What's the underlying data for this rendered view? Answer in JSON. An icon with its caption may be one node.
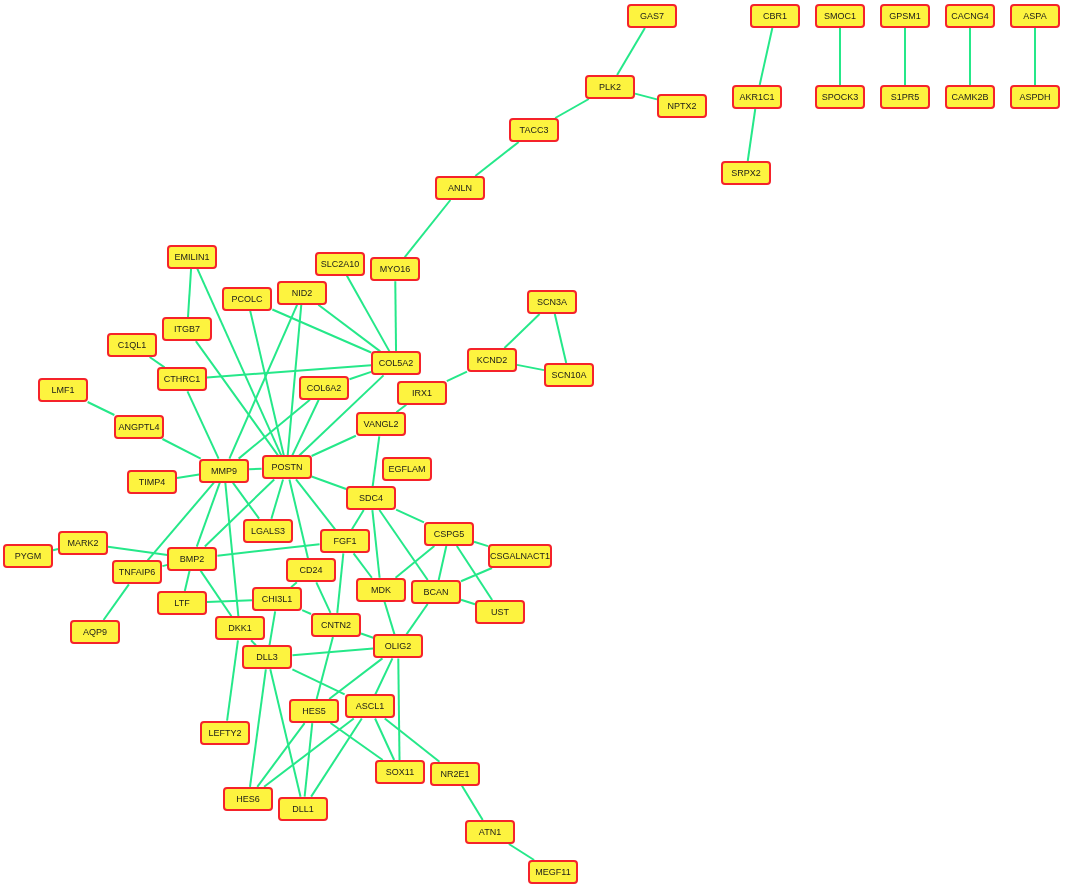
{
  "diagram": {
    "nodes": [
      {
        "text": [
          "GAS7"
        ]
      },
      {
        "text": [
          "CBR1"
        ]
      },
      {
        "text": [
          "SMOC1"
        ]
      },
      {
        "text": [
          "GPSM1"
        ]
      },
      {
        "text": [
          "CACNG4"
        ]
      },
      {
        "text": [
          "ASPA"
        ]
      },
      {
        "text": [
          "PLK2"
        ]
      },
      {
        "text": [
          "AKR1C1"
        ]
      },
      {
        "text": [
          "SPOCK3"
        ]
      },
      {
        "text": [
          "S1PR5"
        ]
      },
      {
        "text": [
          "CAMK2B"
        ]
      },
      {
        "text": [
          "ASPDH"
        ]
      },
      {
        "text": [
          "NPTX2"
        ]
      },
      {
        "text": [
          "TACC3"
        ]
      },
      {
        "text": [
          "SRPX2"
        ]
      },
      {
        "text": [
          "ANLN"
        ]
      },
      {
        "text": [
          "EMILIN1"
        ]
      },
      {
        "text": [
          "SLC2A10"
        ]
      },
      {
        "text": [
          "MYO16"
        ]
      },
      {
        "text": [
          "SCN3A"
        ]
      },
      {
        "text": [
          "ITGB7"
        ]
      },
      {
        "text": [
          "PCOLC"
        ]
      },
      {
        "text": [
          "NID2"
        ]
      },
      {
        "text": [
          "C1QL1"
        ]
      },
      {
        "text": [
          "KCND2"
        ]
      },
      {
        "text": [
          "COL5A2"
        ]
      },
      {
        "text": [
          "SCN10A"
        ]
      },
      {
        "text": [
          "LMF1"
        ]
      },
      {
        "text": [
          "IRX1"
        ]
      },
      {
        "text": [
          "CTHRC1"
        ]
      },
      {
        "text": [
          "COL6A2"
        ]
      },
      {
        "text": [
          "VANGL2"
        ]
      },
      {
        "text": [
          "ANGPTL4"
        ]
      },
      {
        "text": [
          "POSTN"
        ]
      },
      {
        "text": [
          "EGFLAM"
        ]
      },
      {
        "text": [
          "TIMP4"
        ]
      },
      {
        "text": [
          "MMP9"
        ]
      },
      {
        "text": [
          "SDC4"
        ]
      },
      {
        "text": [
          "LGALS3"
        ]
      },
      {
        "text": [
          "FGF1"
        ]
      },
      {
        "text": [
          "CSPG5"
        ]
      },
      {
        "text": [
          "BMP2"
        ]
      },
      {
        "text": [
          "MARK2"
        ]
      },
      {
        "text": [
          "CD24"
        ]
      },
      {
        "text": [
          "PYGM"
        ]
      },
      {
        "text": [
          "CSGALNACT1"
        ]
      },
      {
        "text": [
          "TNFAIP6"
        ]
      },
      {
        "text": [
          "LTF"
        ]
      },
      {
        "text": [
          "CHI3L1"
        ]
      },
      {
        "text": [
          "MDK"
        ]
      },
      {
        "text": [
          "BCAN"
        ]
      },
      {
        "text": [
          "UST"
        ]
      },
      {
        "text": [
          "CNTN2"
        ]
      },
      {
        "text": [
          "DKK1"
        ]
      },
      {
        "text": [
          "AQP9"
        ]
      },
      {
        "text": [
          "OLIG2"
        ]
      },
      {
        "text": [
          "DLL3"
        ]
      },
      {
        "text": [
          "ASCL1"
        ]
      },
      {
        "text": [
          "HES5"
        ]
      },
      {
        "text": [
          "LEFTY2"
        ]
      },
      {
        "text": [
          "HES6"
        ]
      },
      {
        "text": [
          "SOX11"
        ]
      },
      {
        "text": [
          "NR2E1"
        ]
      },
      {
        "text": [
          "DLL1"
        ]
      },
      {
        "text": [
          "ATN1"
        ]
      },
      {
        "text": [
          "MEGF11"
        ]
      }
    ],
    "edges": [
      {
        "from": 0,
        "to": 6,
        "arrow": "none"
      },
      {
        "from": 6,
        "to": 12,
        "arrow": "none"
      },
      {
        "from": 6,
        "to": 13,
        "arrow": "none"
      },
      {
        "from": 13,
        "to": 15,
        "arrow": "none"
      },
      {
        "from": 15,
        "to": 18,
        "arrow": "none"
      },
      {
        "from": 1,
        "to": 7,
        "arrow": "none"
      },
      {
        "from": 7,
        "to": 14,
        "arrow": "none"
      },
      {
        "from": 2,
        "to": 8,
        "arrow": "none"
      },
      {
        "from": 3,
        "to": 9,
        "arrow": "none"
      },
      {
        "from": 4,
        "to": 10,
        "arrow": "none"
      },
      {
        "from": 5,
        "to": 11,
        "arrow": "none"
      },
      {
        "from": 19,
        "to": 24,
        "arrow": "none"
      },
      {
        "from": 19,
        "to": 26,
        "arrow": "none"
      },
      {
        "from": 24,
        "to": 26,
        "arrow": "none"
      },
      {
        "from": 24,
        "to": 28,
        "arrow": "none"
      },
      {
        "from": 28,
        "to": 31,
        "arrow": "none"
      },
      {
        "from": 18,
        "to": 25,
        "arrow": "none"
      },
      {
        "from": 17,
        "to": 25,
        "arrow": "none"
      },
      {
        "from": 16,
        "to": 20,
        "arrow": "none"
      },
      {
        "from": 16,
        "to": 33,
        "arrow": "none"
      },
      {
        "from": 20,
        "to": 33,
        "arrow": "none"
      },
      {
        "from": 23,
        "to": 29,
        "arrow": "none"
      },
      {
        "from": 21,
        "to": 33,
        "arrow": "none"
      },
      {
        "from": 21,
        "to": 25,
        "arrow": "none"
      },
      {
        "from": 22,
        "to": 25,
        "arrow": "none"
      },
      {
        "from": 22,
        "to": 33,
        "arrow": "none"
      },
      {
        "from": 22,
        "to": 36,
        "arrow": "none"
      },
      {
        "from": 25,
        "to": 29,
        "arrow": "none"
      },
      {
        "from": 25,
        "to": 33,
        "arrow": "none"
      },
      {
        "from": 25,
        "to": 30,
        "arrow": "none"
      },
      {
        "from": 30,
        "to": 33,
        "arrow": "none"
      },
      {
        "from": 30,
        "to": 36,
        "arrow": "none"
      },
      {
        "from": 29,
        "to": 36,
        "arrow": "none"
      },
      {
        "from": 27,
        "to": 32,
        "arrow": "none"
      },
      {
        "from": 32,
        "to": 36,
        "arrow": "none"
      },
      {
        "from": 35,
        "to": 36,
        "arrow": "none"
      },
      {
        "from": 31,
        "to": 37,
        "arrow": "none"
      },
      {
        "from": 31,
        "to": 33,
        "arrow": "none"
      },
      {
        "from": 33,
        "to": 37,
        "arrow": "none"
      },
      {
        "from": 33,
        "to": 39,
        "arrow": "none"
      },
      {
        "from": 33,
        "to": 36,
        "arrow": "none"
      },
      {
        "from": 33,
        "to": 38,
        "arrow": "none"
      },
      {
        "from": 33,
        "to": 43,
        "arrow": "none"
      },
      {
        "from": 33,
        "to": 41,
        "arrow": "none"
      },
      {
        "from": 37,
        "to": 39,
        "arrow": "none"
      },
      {
        "from": 37,
        "to": 49,
        "arrow": "none"
      },
      {
        "from": 37,
        "to": 50,
        "arrow": "none"
      },
      {
        "from": 37,
        "to": 40,
        "arrow": "none"
      },
      {
        "from": 40,
        "to": 49,
        "arrow": "none"
      },
      {
        "from": 40,
        "to": 50,
        "arrow": "none"
      },
      {
        "from": 40,
        "to": 45,
        "arrow": "none"
      },
      {
        "from": 40,
        "to": 51,
        "arrow": "none"
      },
      {
        "from": 45,
        "to": 50,
        "arrow": "none"
      },
      {
        "from": 50,
        "to": 51,
        "arrow": "none"
      },
      {
        "from": 39,
        "to": 49,
        "arrow": "none"
      },
      {
        "from": 39,
        "to": 52,
        "arrow": "none"
      },
      {
        "from": 50,
        "to": 55,
        "arrow": "none"
      },
      {
        "from": 49,
        "to": 55,
        "arrow": "none"
      },
      {
        "from": 52,
        "to": 55,
        "arrow": "none"
      },
      {
        "from": 52,
        "to": 58,
        "arrow": "none"
      },
      {
        "from": 48,
        "to": 52,
        "arrow": "none"
      },
      {
        "from": 43,
        "to": 52,
        "arrow": "none"
      },
      {
        "from": 43,
        "to": 48,
        "arrow": "none"
      },
      {
        "from": 47,
        "to": 48,
        "arrow": "none"
      },
      {
        "from": 41,
        "to": 47,
        "arrow": "none"
      },
      {
        "from": 41,
        "to": 46,
        "arrow": "none"
      },
      {
        "from": 42,
        "to": 41,
        "arrow": "none"
      },
      {
        "from": 44,
        "to": 42,
        "arrow": "none"
      },
      {
        "from": 46,
        "to": 54,
        "arrow": "none"
      },
      {
        "from": 36,
        "to": 46,
        "arrow": "none"
      },
      {
        "from": 36,
        "to": 41,
        "arrow": "none"
      },
      {
        "from": 36,
        "to": 53,
        "arrow": "none"
      },
      {
        "from": 36,
        "to": 38,
        "arrow": "none"
      },
      {
        "from": 41,
        "to": 53,
        "arrow": "none"
      },
      {
        "from": 41,
        "to": 39,
        "arrow": "none"
      },
      {
        "from": 48,
        "to": 56,
        "arrow": "none"
      },
      {
        "from": 53,
        "to": 56,
        "arrow": "none"
      },
      {
        "from": 53,
        "to": 59,
        "arrow": "none"
      },
      {
        "from": 55,
        "to": 56,
        "arrow": "none"
      },
      {
        "from": 55,
        "to": 58,
        "arrow": "none"
      },
      {
        "from": 55,
        "to": 57,
        "arrow": "none"
      },
      {
        "from": 55,
        "to": 61,
        "arrow": "none"
      },
      {
        "from": 56,
        "to": 57,
        "arrow": "none"
      },
      {
        "from": 56,
        "to": 60,
        "arrow": "none"
      },
      {
        "from": 56,
        "to": 63,
        "arrow": "none"
      },
      {
        "from": 58,
        "to": 60,
        "arrow": "none"
      },
      {
        "from": 58,
        "to": 63,
        "arrow": "none"
      },
      {
        "from": 58,
        "to": 61,
        "arrow": "none"
      },
      {
        "from": 57,
        "to": 60,
        "arrow": "none"
      },
      {
        "from": 57,
        "to": 63,
        "arrow": "none"
      },
      {
        "from": 57,
        "to": 61,
        "arrow": "none"
      },
      {
        "from": 57,
        "to": 62,
        "arrow": "none"
      },
      {
        "from": 62,
        "to": 64,
        "arrow": "none"
      },
      {
        "from": 64,
        "to": 65,
        "arrow": "none"
      }
    ]
  }
}
